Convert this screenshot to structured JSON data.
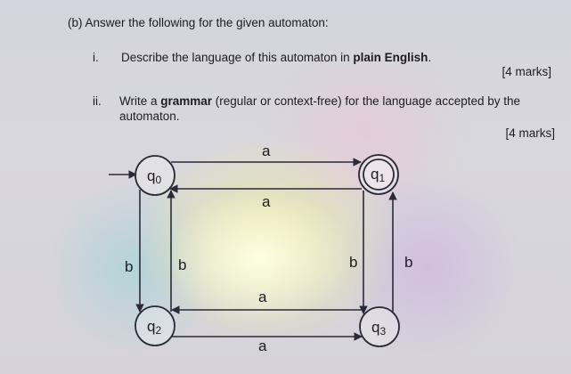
{
  "part": {
    "heading": "(b) Answer the following for the given automaton:",
    "questions": [
      {
        "numeral": "i.",
        "text_before": "Describe the language of this automaton in ",
        "text_bold": "plain English",
        "text_after": ".",
        "marks": "[4 marks]"
      },
      {
        "numeral": "ii.",
        "text_before": "Write a ",
        "text_bold": "grammar",
        "text_after": " (regular or context-free) for the language accepted by the",
        "text_line2": "automaton.",
        "marks": "[4 marks]"
      }
    ]
  },
  "automaton": {
    "states": [
      {
        "id": "q0",
        "base": "q",
        "sub": "0",
        "start": true,
        "accepting": false
      },
      {
        "id": "q1",
        "base": "q",
        "sub": "1",
        "start": false,
        "accepting": true
      },
      {
        "id": "q2",
        "base": "q",
        "sub": "2",
        "start": false,
        "accepting": false
      },
      {
        "id": "q3",
        "base": "q",
        "sub": "3",
        "start": false,
        "accepting": false
      }
    ],
    "transitions": [
      {
        "from": "q0",
        "to": "q1",
        "symbol": "a"
      },
      {
        "from": "q1",
        "to": "q0",
        "symbol": "a"
      },
      {
        "from": "q0",
        "to": "q2",
        "symbol": "b"
      },
      {
        "from": "q2",
        "to": "q0",
        "symbol": "b"
      },
      {
        "from": "q1",
        "to": "q3",
        "symbol": "b"
      },
      {
        "from": "q3",
        "to": "q1",
        "symbol": "b"
      },
      {
        "from": "q3",
        "to": "q2",
        "symbol": "a"
      },
      {
        "from": "q2",
        "to": "q3",
        "symbol": "a"
      }
    ]
  }
}
